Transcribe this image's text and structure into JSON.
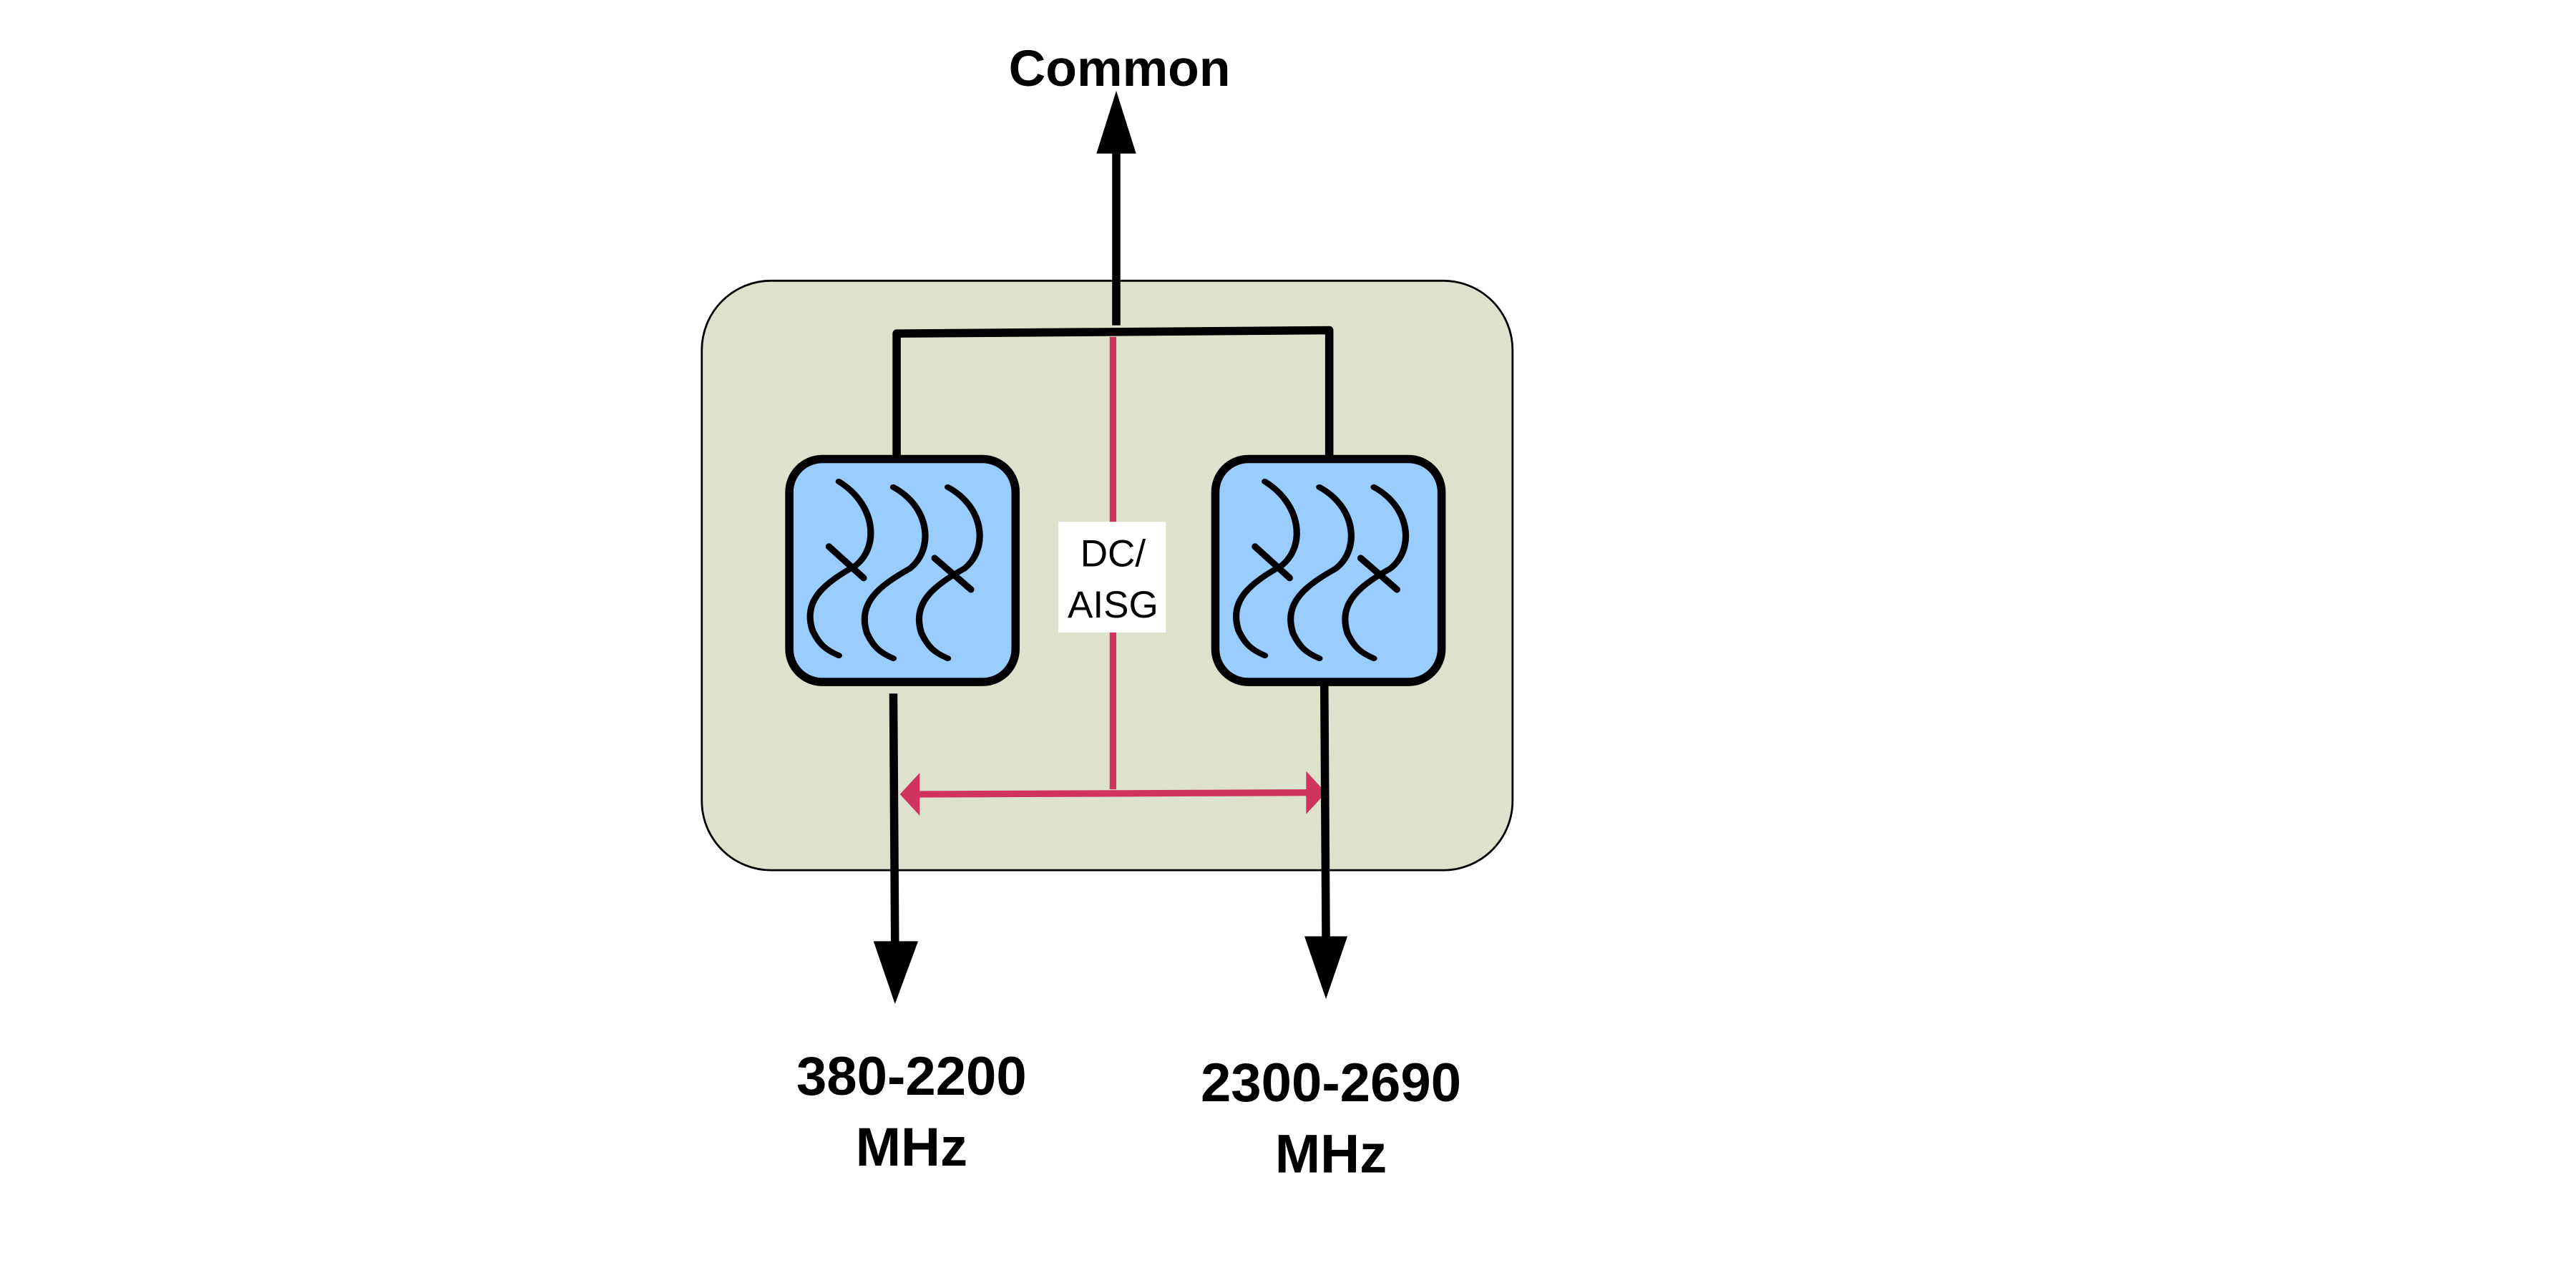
{
  "diagram": {
    "common_label": "Common",
    "dc_label_line1": "DC/",
    "dc_label_line2": "AISG",
    "left_port": {
      "line1": "380-2200",
      "line2": "MHz"
    },
    "right_port": {
      "line1": "2300-2690",
      "line2": "MHz"
    },
    "icons": [
      "filter-icon",
      "filter-icon"
    ],
    "colors": {
      "housing": "#dde2cc",
      "filter": "#99ccff",
      "dc_path": "#d0335e",
      "rf_path": "#000000"
    }
  }
}
